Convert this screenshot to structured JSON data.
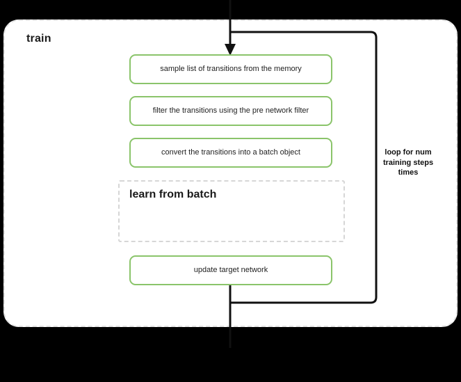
{
  "diagram": {
    "title": "train",
    "container": {
      "label": "train",
      "border_style": "dashed",
      "border_color": "#e3e3e3",
      "background": "#ffffff"
    },
    "accent_color": "#8ac46a",
    "line_color": "#111111",
    "steps": [
      {
        "id": "sample-transitions",
        "label": "sample list of transitions from the memory"
      },
      {
        "id": "filter-transitions",
        "label": "filter the transitions using the pre network filter"
      },
      {
        "id": "convert-batch",
        "label": "convert the transitions into a batch object"
      },
      {
        "id": "update-target-network",
        "label": "update target network"
      }
    ],
    "sub_block": {
      "id": "learn-from-batch",
      "title": "learn from batch",
      "border_style": "dashed",
      "border_color": "#d6d6d6"
    },
    "loop": {
      "label_line_1": "loop for num",
      "label_line_2": "training steps",
      "label_line_3": "times",
      "label": "loop for num training steps times"
    },
    "flow": {
      "entry_arrow": "arrow-down-into-first-step",
      "exit_line": "line-down-out-of-container"
    }
  }
}
